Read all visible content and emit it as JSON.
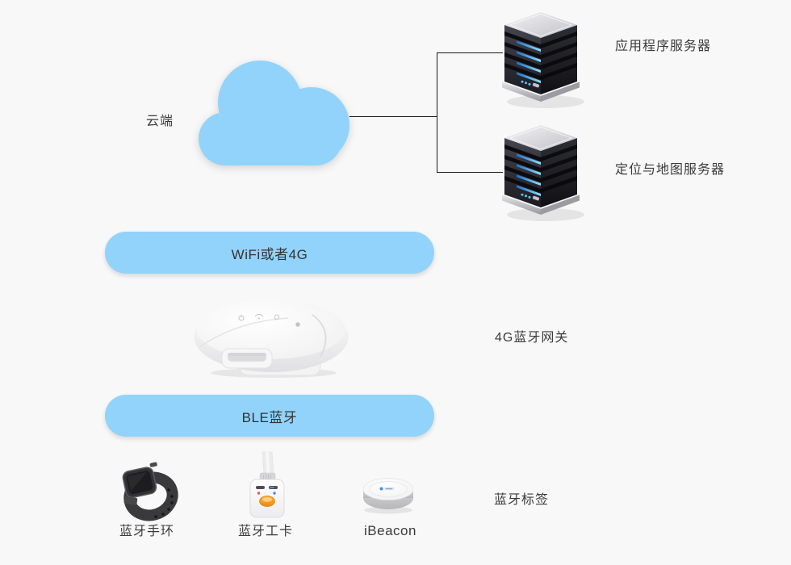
{
  "colors": {
    "background": "#f8f8f8",
    "bubble_blue": "#92d3fb",
    "text": "#3b3b3b",
    "connector_line": "#1a1a1a",
    "server_led_blue": "#55c8ff",
    "badge_button_orange": "#f09a18"
  },
  "diagram": {
    "cloud": {
      "label": "云端"
    },
    "servers": [
      {
        "label": "应用程序服务器"
      },
      {
        "label": "定位与地图服务器"
      }
    ],
    "links": [
      {
        "label": "WiFi或者4G"
      },
      {
        "label": "BLE蓝牙"
      }
    ],
    "gateway": {
      "label": "4G蓝牙网关"
    },
    "tag_group": {
      "label": "蓝牙标签",
      "devices": [
        {
          "label": "蓝牙手环"
        },
        {
          "label": "蓝牙工卡"
        },
        {
          "label": "iBeacon"
        }
      ]
    }
  }
}
